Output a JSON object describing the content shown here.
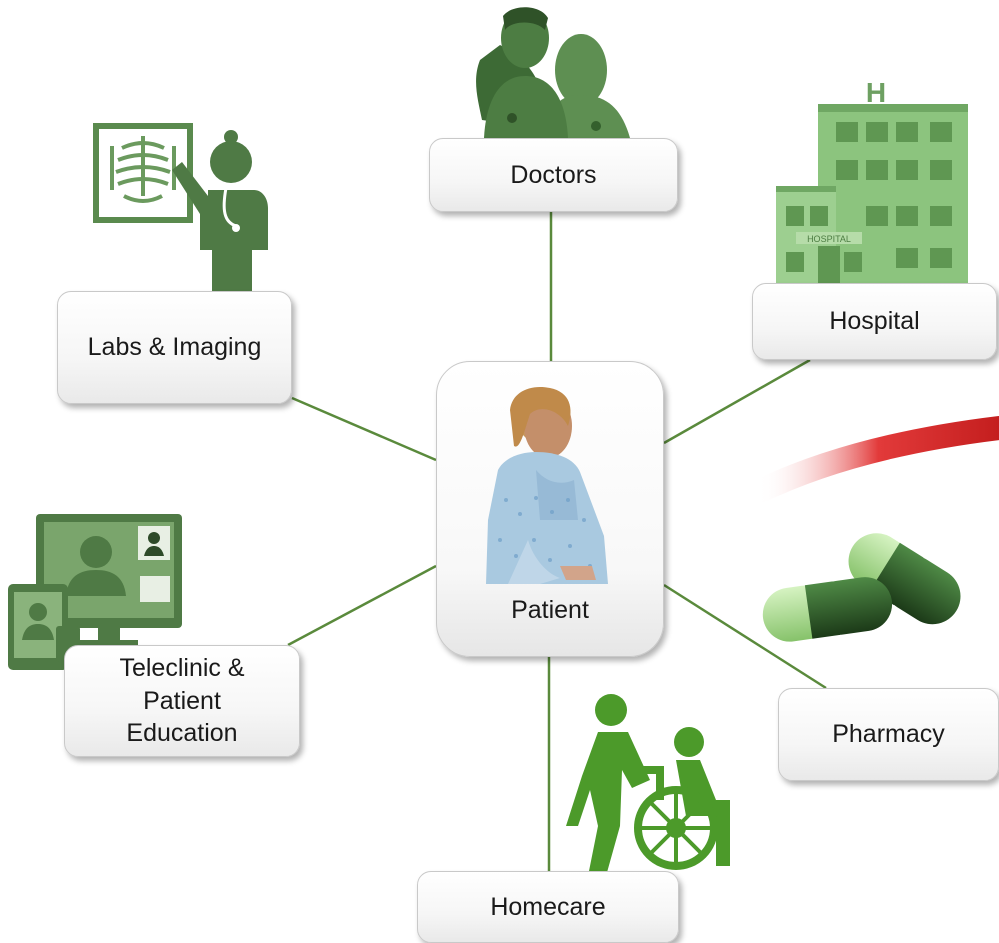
{
  "nodes": {
    "patient": "Patient",
    "doctors": "Doctors",
    "hospital": "Hospital",
    "labs": "Labs & Imaging",
    "teleclinic": [
      "Teleclinic &",
      "Patient",
      "Education"
    ],
    "pharmacy": "Pharmacy",
    "homecare": "Homecare"
  },
  "hospital_sign": "HOSPITAL",
  "colors": {
    "connector": "#5a8a3c",
    "icon_dark": "#4f7a45",
    "icon_mid": "#6b9a5e",
    "hospital_green": "#8cc47e",
    "homecare_green": "#4c9a2a",
    "pill_dark": "#2c4f26",
    "pill_light": "#a8dd8c",
    "red_arc": "#d92a2a"
  }
}
